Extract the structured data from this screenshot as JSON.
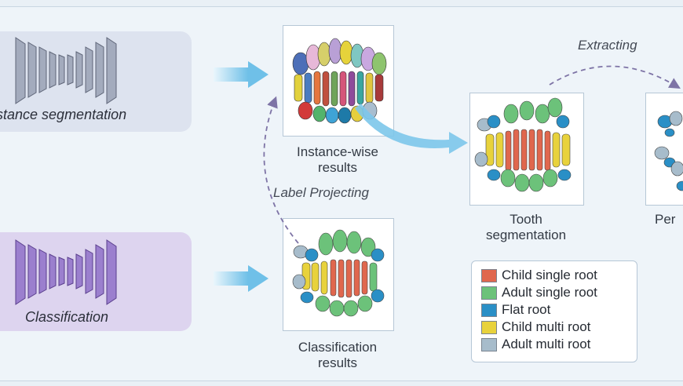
{
  "panels": {
    "seg_label": "Instance segmentation",
    "cls_label": "Classification"
  },
  "captions": {
    "instance_line1": "Instance-wise",
    "instance_line2": "results",
    "class_line1": "Classification",
    "class_line2": "results",
    "tooth_line1": "Tooth",
    "tooth_line2": "segmentation",
    "right_line1": "Per"
  },
  "arrows": {
    "extracting": "Extracting",
    "label_projecting": "Label Projecting"
  },
  "legend": [
    {
      "label": "Child single root",
      "color": "#e0674e"
    },
    {
      "label": "Adult single root",
      "color": "#6cc27a"
    },
    {
      "label": "Flat root",
      "color": "#2a8fc6"
    },
    {
      "label": "Child multi root",
      "color": "#e8d23c"
    },
    {
      "label": "Adult multi root",
      "color": "#a7bccb"
    }
  ],
  "colors": {
    "seg_network": "#9aa3b6",
    "cls_network": "#9a7ac9",
    "arrow": "#7cc6ea",
    "dashed_arrow": "#8278a8"
  }
}
